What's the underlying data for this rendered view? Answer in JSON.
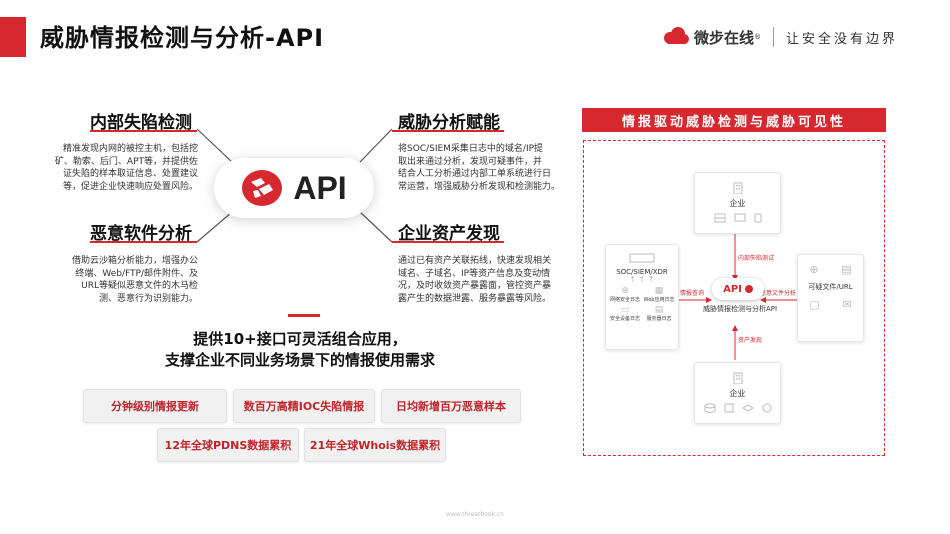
{
  "header": {
    "title": "威胁情报检测与分析-API",
    "brand_name": "微步在线",
    "brand_mark": "®",
    "slogan": "让安全没有边界"
  },
  "colors": {
    "accent": "#d7282f"
  },
  "center_badge": {
    "label": "API"
  },
  "capabilities": [
    {
      "title": "内部失陷检测",
      "desc": [
        "精准发现内网的被控主机，包括挖",
        "矿、勒索、后门、APT等，并提供佐",
        "证失陷的样本取证信息、处置建议",
        "等，促进企业快速响应处置风险。"
      ]
    },
    {
      "title": "威胁分析赋能",
      "desc": [
        "将SOC/SIEM采集日志中的域名/IP提",
        "取出来通过分析，发现可疑事件，并",
        "结合人工分析通过内部工单系统进行日",
        "常运营，增强威胁分析发现和检测能力。"
      ]
    },
    {
      "title": "恶意软件分析",
      "desc": [
        "借助云沙箱分析能力，增强办公",
        "终端、Web/FTP/邮件附件、及",
        "URL等疑似恶意文件的木马检",
        "测、恶意行为识别能力。"
      ]
    },
    {
      "title": "企业资产发现",
      "desc": [
        "通过已有资产关联拓线，快速发现相关",
        "域名、子域名、IP等资产信息及变动情",
        "况，及时收敛资产暴露面，管控资产暴",
        "露产生的数据泄露、服务暴露等风险。"
      ]
    }
  ],
  "message": {
    "line1": "提供10+接口可灵活组合应用，",
    "line2": "支撑企业不同业务场景下的情报使用需求"
  },
  "tags": [
    "分钟级别情报更新",
    "数百万高精IOC失陷情报",
    "日均新增百万恶意样本",
    "12年全球PDNS数据累积",
    "21年全球Whois数据累积"
  ],
  "panel": {
    "title": "情报驱动威胁检测与威胁可见性",
    "top_card": {
      "label": "企业"
    },
    "bottom_card": {
      "label": "企业"
    },
    "left_card": {
      "label": "SOC/SIEM/XDR",
      "items": [
        "网络安全日志",
        "Web应用日志",
        "安全设备日志",
        "服务器日志"
      ]
    },
    "right_card": {
      "label": "可疑文件/URL"
    },
    "center": {
      "badge": "API",
      "label": "威胁情报检测与分析API"
    },
    "arrows": {
      "top": "内部失陷测试",
      "left": "情报查询",
      "right": "恶意文件分析",
      "bottom": "资产发现"
    }
  },
  "footer": {
    "watermark": "www.threatbook.cn"
  }
}
